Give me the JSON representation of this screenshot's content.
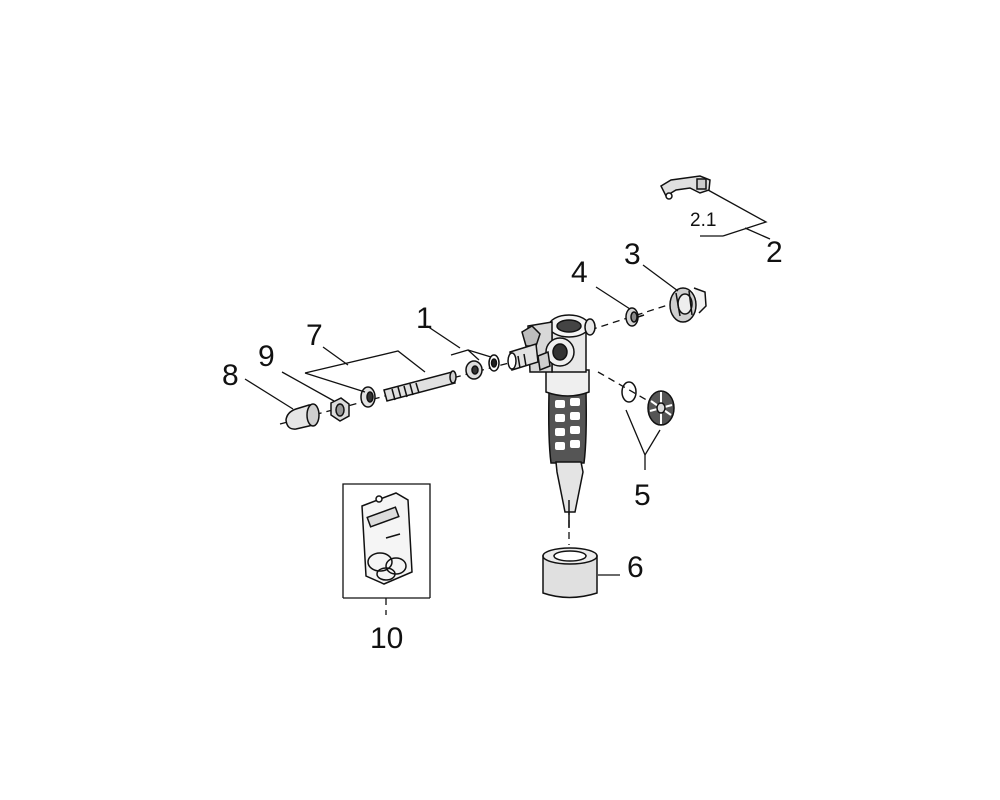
{
  "labels": {
    "l1": "1",
    "l2": "2",
    "l2_1": "2.1",
    "l3": "3",
    "l4": "4",
    "l5": "5",
    "l6": "6",
    "l7": "7",
    "l8": "8",
    "l9": "9",
    "l10": "10"
  }
}
